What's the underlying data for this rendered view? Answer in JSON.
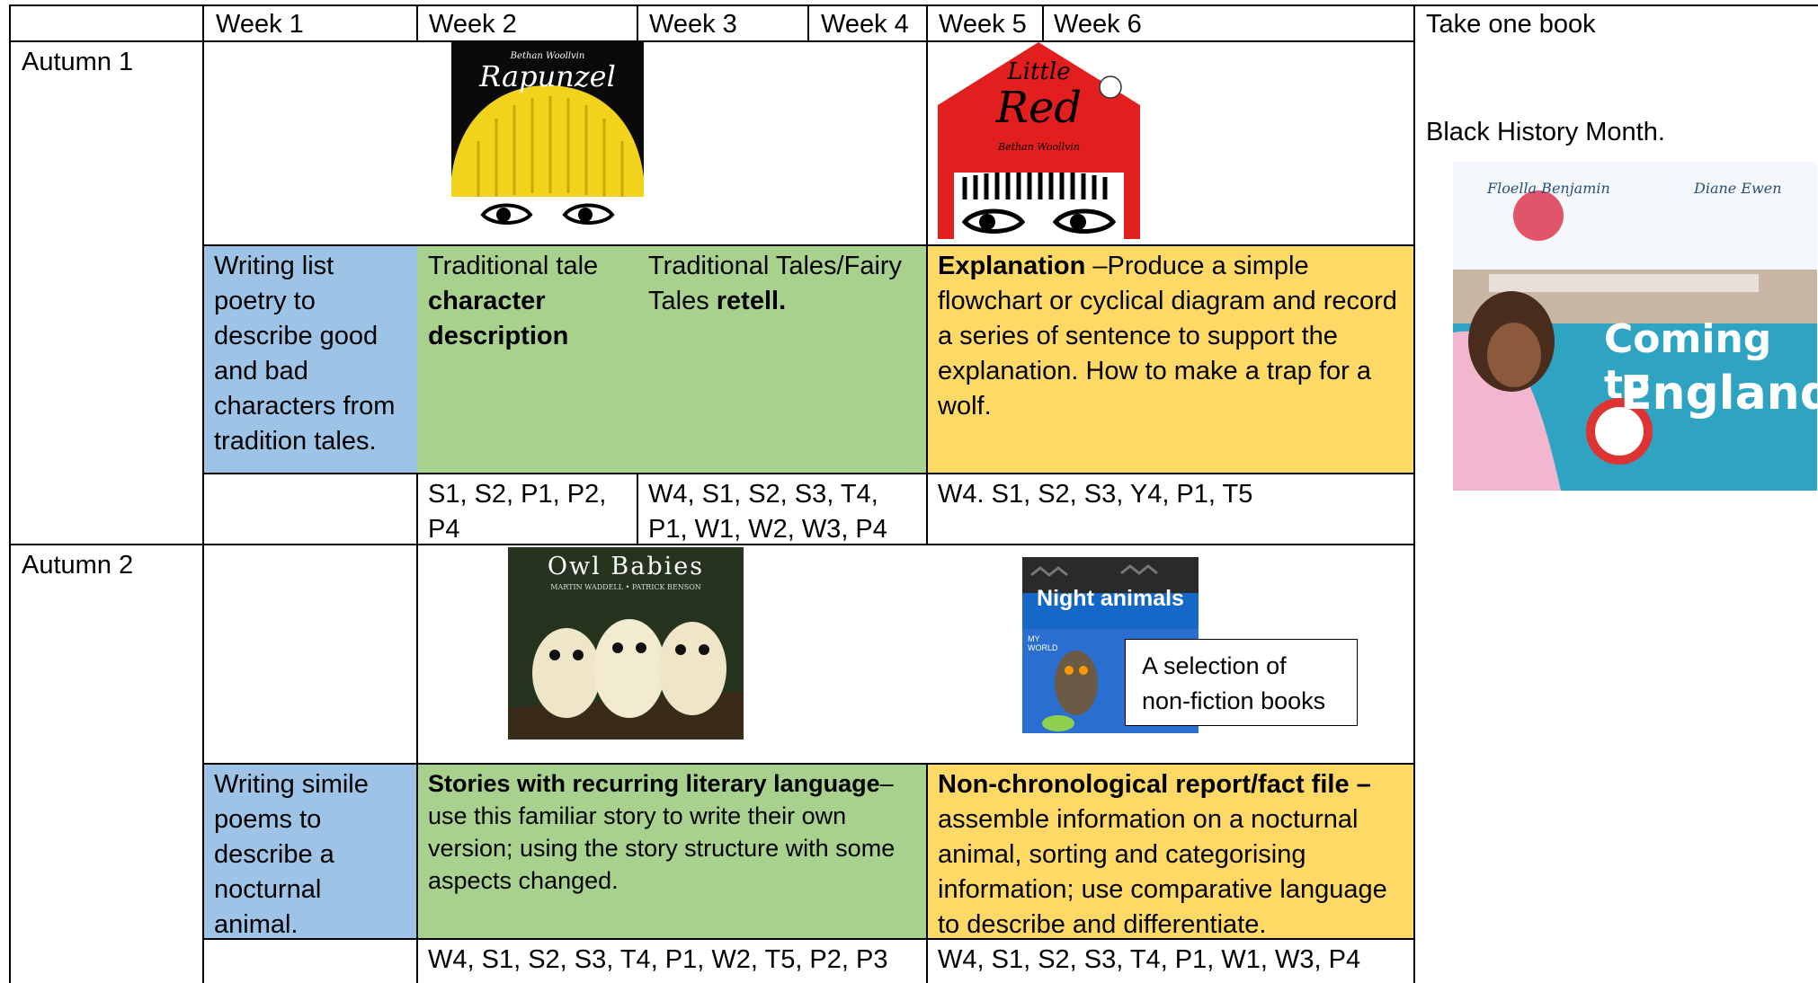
{
  "header": {
    "week1": "Week 1",
    "week2": "Week 2",
    "week3": "Week 3",
    "week4": "Week 4",
    "week5": "Week 5",
    "week6": "Week 6",
    "take_one": "Take one book"
  },
  "side": {
    "bhm": "Black History Month."
  },
  "autumn1": {
    "label": "Autumn 1",
    "book1": {
      "author": "Bethan Woollvin",
      "title": "Rapunzel"
    },
    "book2": {
      "title_line1": "Little",
      "title_line2": "Red",
      "author": "Bethan Woollvin"
    },
    "cell1": "Writing list poetry to describe good and bad characters from tradition tales.",
    "cell2_a": "Traditional tale ",
    "cell2_b": "character description",
    "cell3_a": "Traditional Tales/Fairy Tales ",
    "cell3_b": "retell.",
    "cell4_a": "Explanation",
    "cell4_b": " –Produce a simple flowchart or cyclical diagram and record a series of sentence to support the explanation. How to make a trap for a wolf.",
    "codes2": "S1, S2, P1, P2, P4",
    "codes3": "W4, S1, S2, S3, T4, P1, W1, W2, W3, P4",
    "codes4": "W4. S1, S2, S3, Y4, P1, T5"
  },
  "autumn2": {
    "label": "Autumn 2",
    "book1": {
      "title": "Owl Babies",
      "authors": "MARTIN WADDELL • PATRICK BENSON"
    },
    "book2": {
      "title": "Night animals",
      "series": "MY WORLD"
    },
    "callout": "A selection of non-fiction books",
    "cell1": "Writing simile poems to describe a nocturnal animal.",
    "cell2_a": "Stories with recurring literary language",
    "cell2_b": "– use this familiar story to write their own version; using the story structure with some aspects changed.",
    "cell3_a": "Non-chronological report/fact file –",
    "cell3_b": " assemble information on a nocturnal animal, sorting and categorising information; use comparative language to describe and differentiate.",
    "codes2": "W4, S1, S2, S3, T4, P1, W2, T5, P2, P3",
    "codes3": "W4, S1, S2, S3, T4, P1, W1, W3, P4"
  },
  "coming_book": {
    "author1": "Floella Benjamin",
    "author2": "Diane Ewen",
    "title_line1": "Coming to",
    "title_line2": "England"
  },
  "colors": {
    "blue": "#9dc3e6",
    "green": "#a9d18e",
    "yellow": "#ffd966"
  }
}
